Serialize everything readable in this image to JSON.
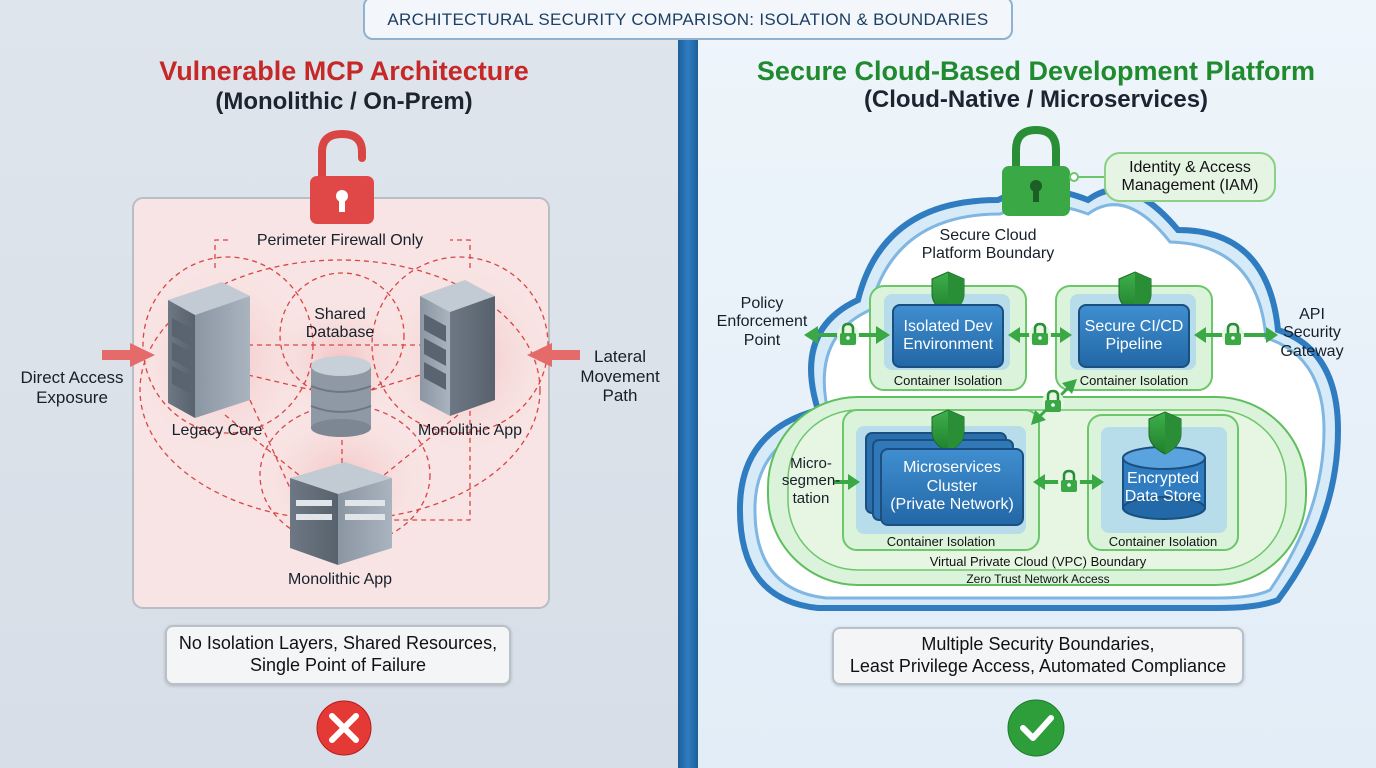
{
  "banner": "ARCHITECTURAL SECURITY COMPARISON: ISOLATION & BOUNDARIES",
  "left": {
    "title": "Vulnerable MCP Architecture",
    "subtitle": "(Monolithic / On-Prem)",
    "perimeter": "Perimeter Firewall Only",
    "shared_db": [
      "Shared",
      "Database"
    ],
    "legacy_core": "Legacy Core",
    "monolithic_app_right": "Monolithic App",
    "monolithic_app_bottom": "Monolithic App",
    "direct_access": [
      "Direct Access",
      "Exposure"
    ],
    "lateral_movement": [
      "Lateral",
      "Movement",
      "Path"
    ],
    "summary": [
      "No Isolation Layers, Shared Resources,",
      "Single Point of Failure"
    ],
    "colors": {
      "title": "#c62828",
      "accent": "#e04848"
    }
  },
  "right": {
    "title": "Secure Cloud-Based Development Platform",
    "subtitle": "(Cloud-Native / Microservices)",
    "iam": [
      "Identity & Access",
      "Management (IAM)"
    ],
    "boundary": [
      "Secure Cloud",
      "Platform Boundary"
    ],
    "policy": [
      "Policy",
      "Enforcement",
      "Point"
    ],
    "api_gateway": [
      "API",
      "Security",
      "Gateway"
    ],
    "microseg": [
      "Micro-",
      "segmen-",
      "tation"
    ],
    "dev_env": [
      "Isolated Dev",
      "Environment"
    ],
    "cicd": [
      "Secure CI/CD",
      "Pipeline"
    ],
    "microservices": [
      "Microservices",
      "Cluster",
      "(Private Network)"
    ],
    "datastore": [
      "Encrypted",
      "Data Store"
    ],
    "container_isolation": [
      "Container Isolation",
      "Container Isolation",
      "Container Isolation",
      "Container Isolation"
    ],
    "vpc": "Virtual Private Cloud (VPC) Boundary",
    "zero_trust": "Zero Trust Network Access",
    "summary": [
      "Multiple Security Boundaries,",
      "Least Privilege Access, Automated Compliance"
    ],
    "colors": {
      "title": "#1f8a2e",
      "accent": "#3aa845",
      "blue": "#2f7cc1"
    }
  }
}
